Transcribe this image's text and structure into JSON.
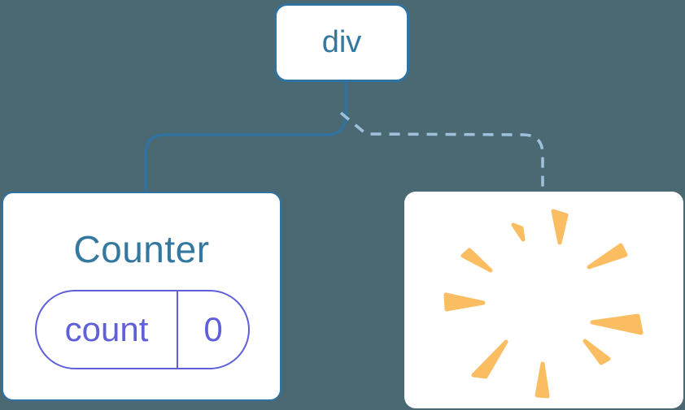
{
  "diagram": {
    "background_color": "#4B6972",
    "root_node": {
      "label": "div"
    },
    "connectors": {
      "solid": {
        "style": "solid",
        "color": "#2F73A3",
        "target": "counter-card"
      },
      "dashed": {
        "style": "dashed",
        "color": "#9DC1DB",
        "target": "removed-card"
      }
    },
    "counter_card": {
      "title": "Counter",
      "title_color": "#35789F",
      "border_color": "#2F73A3",
      "state_pill": {
        "key": "count",
        "value": "0",
        "accent_color": "#5E5FD9"
      }
    },
    "removed_card": {
      "icon": "poof-explosion-icon",
      "icon_color": "#FABD62"
    }
  }
}
